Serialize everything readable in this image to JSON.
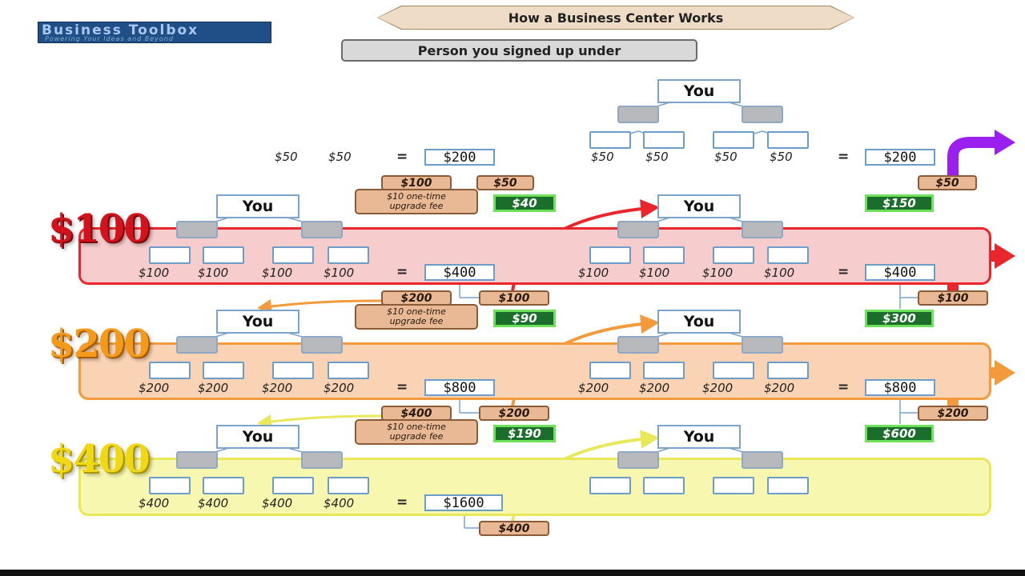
{
  "logo": {
    "brand": "Business Toolbox",
    "tagline": "Powering Your Ideas and Beyond"
  },
  "title": "How a Business Center Works",
  "sponsor_label": "Person you signed up under",
  "you_label": "You",
  "equals": "=",
  "fee_note": {
    "line1": "$10 one-time",
    "line2": "upgrade fee"
  },
  "levels": [
    {
      "label": "$100",
      "color": "#e8262b"
    },
    {
      "label": "$200",
      "color": "#f29a3c"
    },
    {
      "label": "$400",
      "color": "#e9e85a"
    }
  ],
  "rows": {
    "row0": {
      "left_amounts": [
        "$50",
        "$50"
      ],
      "left_total": "$200",
      "right_amounts": [
        "$50",
        "$50",
        "$50",
        "$50"
      ],
      "right_total": "$200"
    },
    "row1": {
      "left_amounts": [
        "$100",
        "$100",
        "$100",
        "$100"
      ],
      "left_total": "$400",
      "right_amounts": [
        "$100",
        "$100",
        "$100",
        "$100"
      ],
      "right_total": "$400"
    },
    "row2": {
      "left_amounts": [
        "$200",
        "$200",
        "$200",
        "$200"
      ],
      "left_total": "$800",
      "right_amounts": [
        "$200",
        "$200",
        "$200",
        "$200"
      ],
      "right_total": "$800"
    },
    "row3": {
      "left_amounts": [
        "$400",
        "$400",
        "$400",
        "$400"
      ],
      "left_total": "$1600"
    }
  },
  "splits": {
    "s0": {
      "upgrade": "$100",
      "pass_up": "$50",
      "net": "$40",
      "right_pass": "$50",
      "right_net": "$150"
    },
    "s1": {
      "upgrade": "$200",
      "pass_up": "$100",
      "net": "$90",
      "right_pass": "$100",
      "right_net": "$300"
    },
    "s2": {
      "upgrade": "$400",
      "pass_up": "$200",
      "net": "$190",
      "right_pass": "$200",
      "right_net": "$600"
    },
    "s3": {
      "pass_up": "$400"
    }
  },
  "colors": {
    "red": "#e8262b",
    "orange": "#f29a3c",
    "yellow": "#e9e85a",
    "purple": "#9b20f0",
    "green_box": "#1a6d2a",
    "tan_box": "#e9b995",
    "node_border": "#6c9cc8",
    "grey_node": "#b7b9bc"
  }
}
